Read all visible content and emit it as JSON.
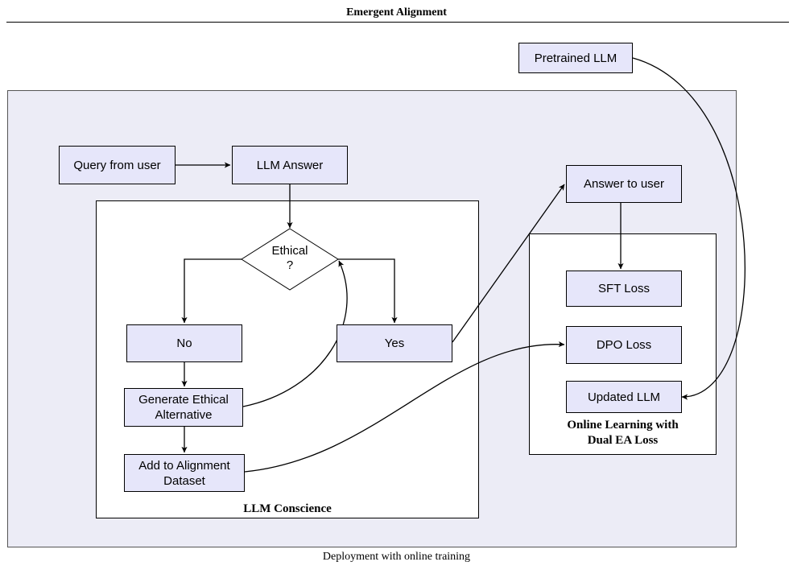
{
  "header": {
    "title": "Emergent Alignment"
  },
  "caption": "Deployment with online training",
  "frames": {
    "conscience": "LLM Conscience",
    "online_learning": {
      "line1": "Online Learning with",
      "line2": "Dual EA Loss"
    }
  },
  "nodes": {
    "pretrained_llm": "Pretrained LLM",
    "query_from_user": "Query from user",
    "llm_answer": "LLM Answer",
    "ethical_decision": {
      "line1": "Ethical",
      "line2": "?"
    },
    "no": "No",
    "yes": "Yes",
    "generate_ethical_alternative": {
      "line1": "Generate Ethical",
      "line2": "Alternative"
    },
    "add_to_alignment_dataset": {
      "line1": "Add to Alignment",
      "line2": "Dataset"
    },
    "answer_to_user": "Answer to user",
    "sft_loss": "SFT Loss",
    "dpo_loss": "DPO Loss",
    "updated_llm": "Updated LLM"
  }
}
